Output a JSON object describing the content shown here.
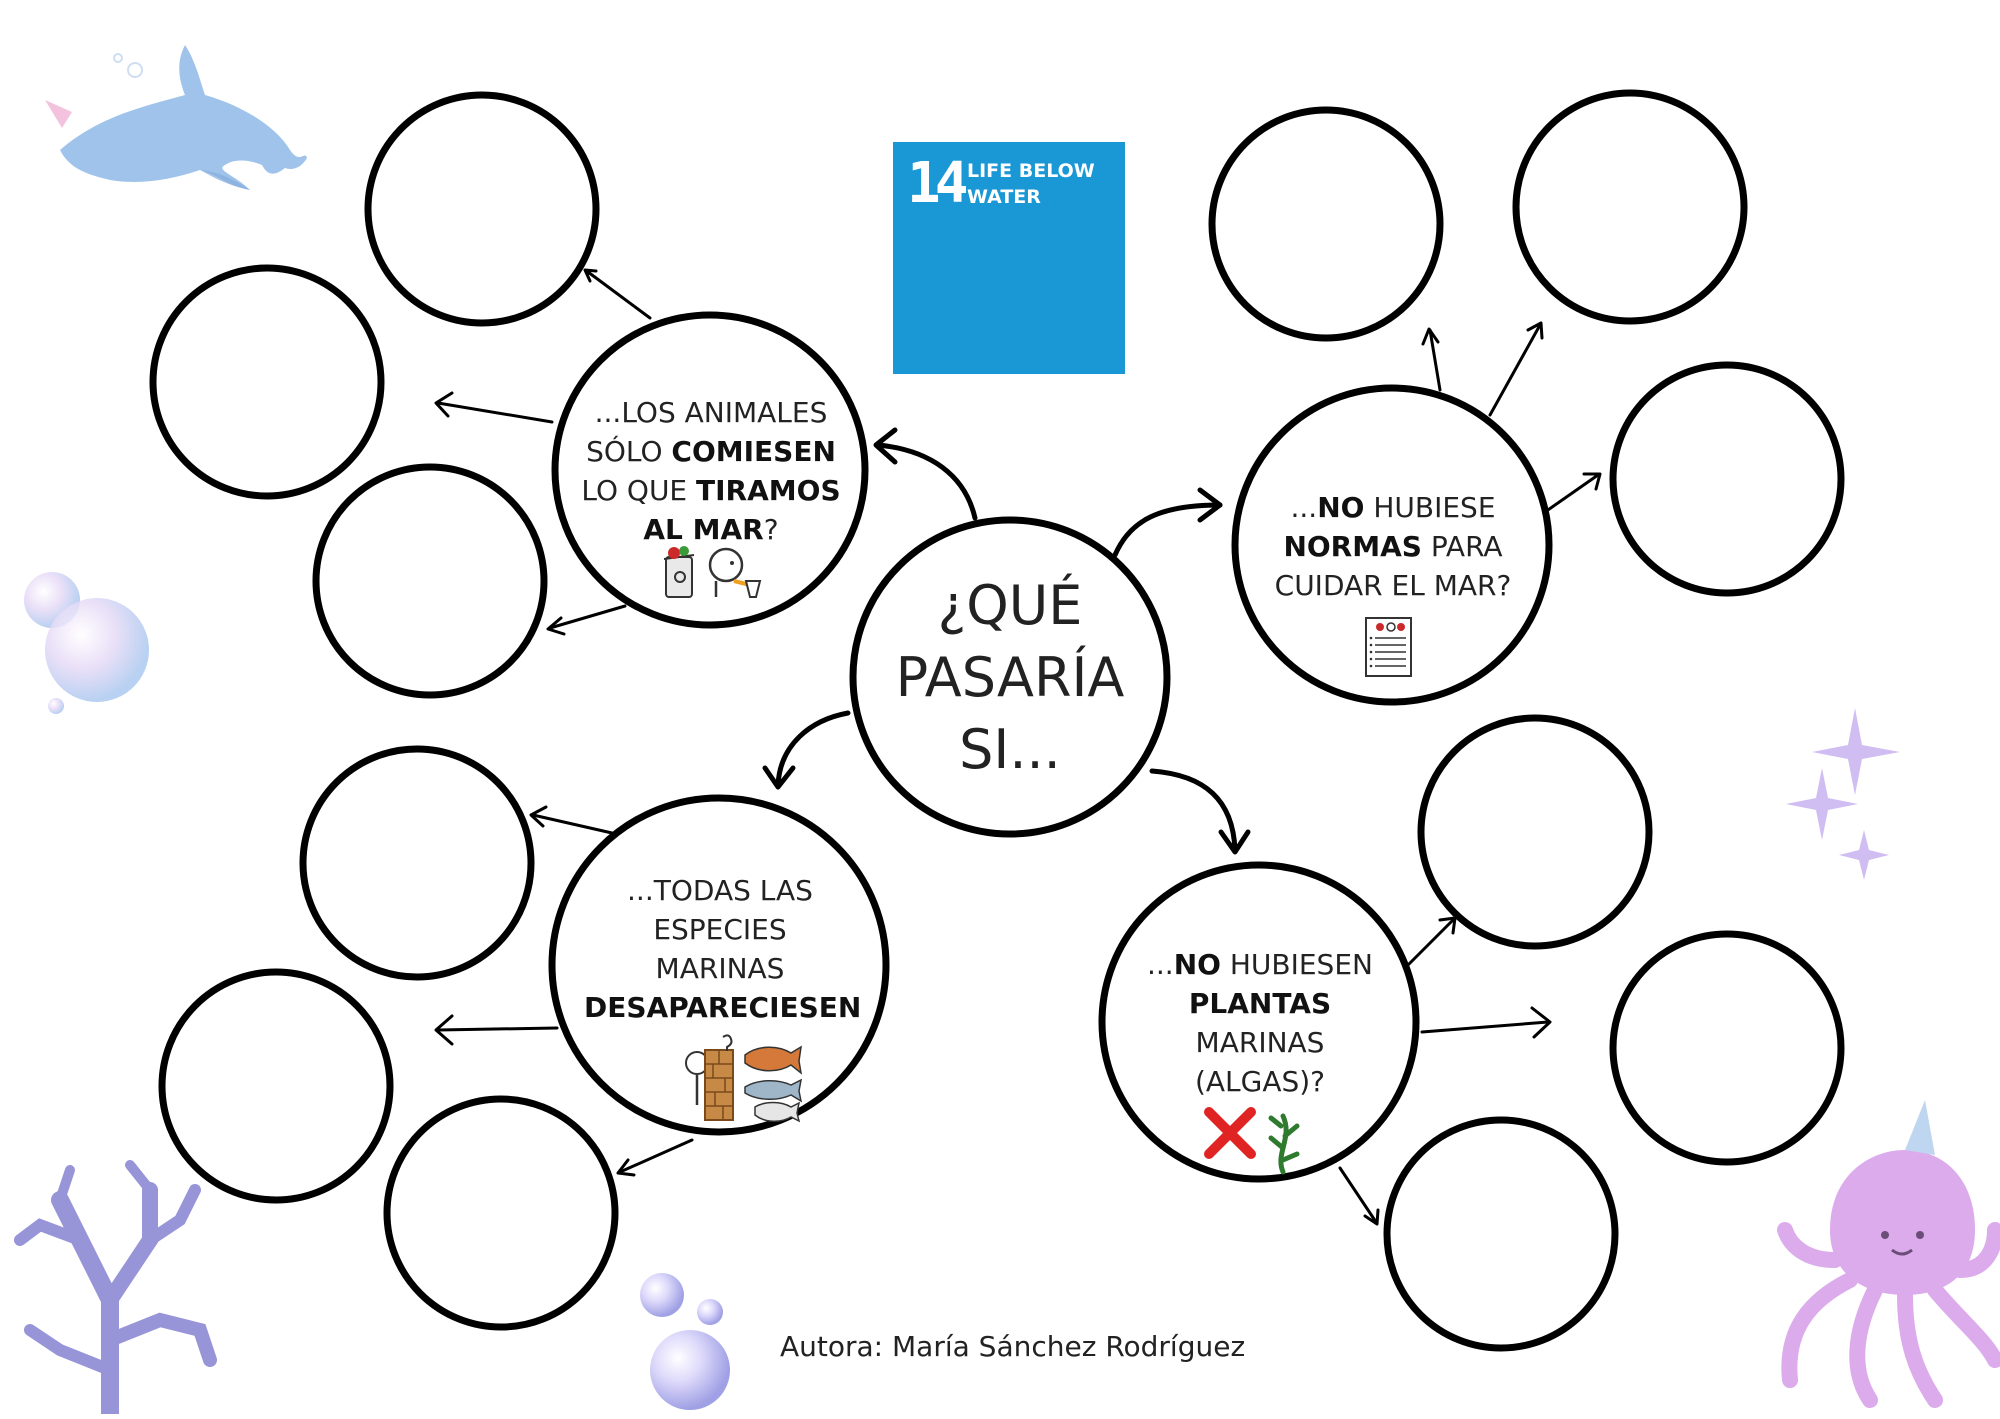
{
  "center": {
    "lines": [
      "¿QUÉ",
      "PASARÍA",
      "SI..."
    ]
  },
  "sdg": {
    "number": "14",
    "line1": "LIFE BELOW",
    "line2": "WATER",
    "color": "#1a97d5"
  },
  "nodes": {
    "animals": [
      [
        {
          "t": "...LOS ANIMALES",
          "b": false
        }
      ],
      [
        {
          "t": "SÓLO ",
          "b": false
        },
        {
          "t": "COMIESEN",
          "b": true
        }
      ],
      [
        {
          "t": "LO QUE ",
          "b": false
        },
        {
          "t": "TIRAMOS",
          "b": true
        }
      ],
      [
        {
          "t": "AL MAR",
          "b": true
        },
        {
          "t": "?",
          "b": false
        }
      ]
    ],
    "rules": [
      [
        {
          "t": "...",
          "b": false
        },
        {
          "t": "NO",
          "b": true
        },
        {
          "t": " HUBIESE",
          "b": false
        }
      ],
      [
        {
          "t": "NORMAS",
          "b": true
        },
        {
          "t": " PARA",
          "b": false
        }
      ],
      [
        {
          "t": "CUIDAR EL MAR?",
          "b": false
        }
      ]
    ],
    "species": [
      [
        {
          "t": "...TODAS LAS",
          "b": false
        }
      ],
      [
        {
          "t": "ESPECIES",
          "b": false
        }
      ],
      [
        {
          "t": "MARINAS",
          "b": false
        }
      ],
      [
        {
          "t": "DESAPARECIESEN",
          "b": true
        }
      ]
    ],
    "plants": [
      [
        {
          "t": "...",
          "b": false
        },
        {
          "t": "NO",
          "b": true
        },
        {
          "t": " HUBIESEN",
          "b": false
        }
      ],
      [
        {
          "t": "PLANTAS",
          "b": true
        }
      ],
      [
        {
          "t": "MARINAS",
          "b": false
        }
      ],
      [
        {
          "t": "(ALGAS)?",
          "b": false
        }
      ]
    ]
  },
  "author": "Autora: María Sánchez Rodríguez",
  "colors": {
    "line": "#000000",
    "text": "#222222",
    "dolphin": "#8fb9e8",
    "coral": "#8c89d4",
    "octopus": "#d9a2ea",
    "bubble": "#b8b0ee"
  }
}
